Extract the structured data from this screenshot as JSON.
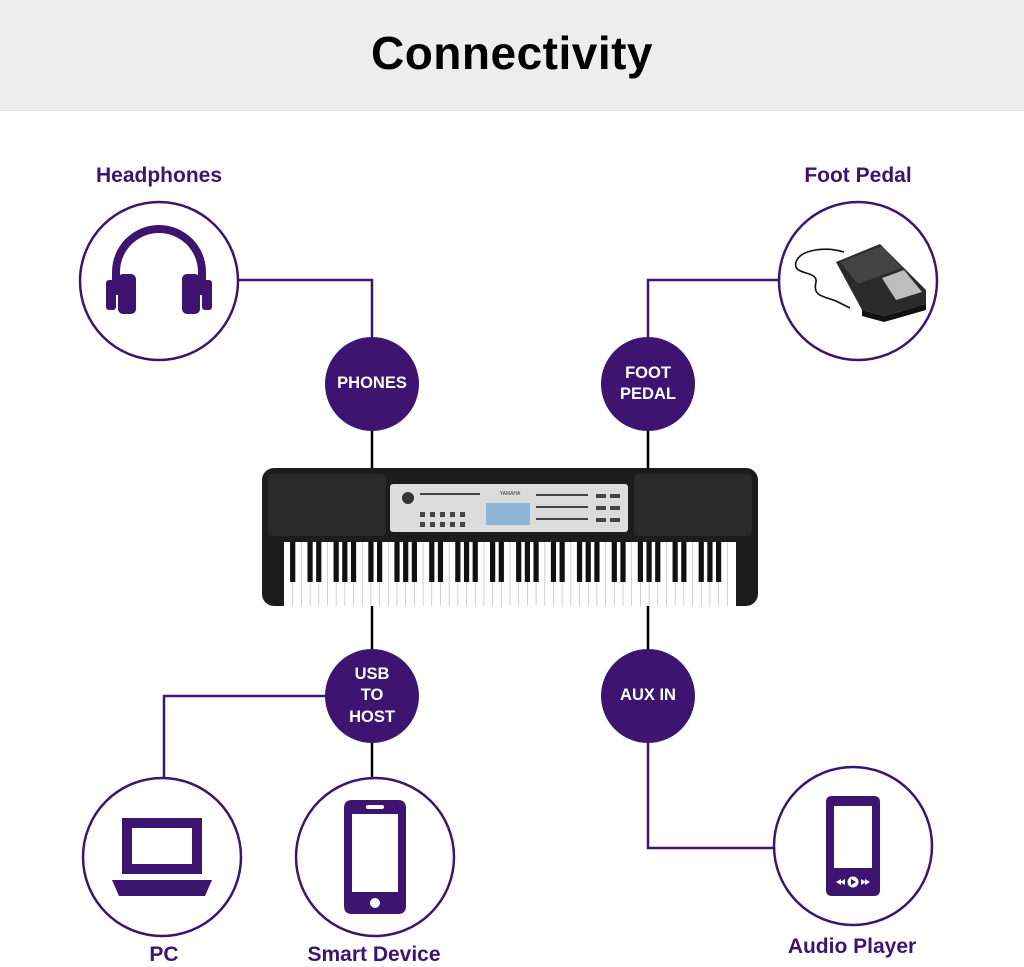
{
  "header": {
    "title": "Connectivity"
  },
  "colors": {
    "purple": "#3d1470",
    "header_bg": "#ededed",
    "keyboard_body": "#1c1c1c"
  },
  "devices": {
    "headphones": {
      "label": "Headphones",
      "icon": "headphones-icon"
    },
    "foot_pedal": {
      "label": "Foot Pedal",
      "icon": "foot-pedal-image"
    },
    "pc": {
      "label": "PC",
      "icon": "laptop-icon"
    },
    "smart_device": {
      "label": "Smart Device",
      "icon": "smartphone-icon"
    },
    "audio_player": {
      "label": "Audio Player",
      "icon": "audio-player-icon"
    }
  },
  "ports": {
    "phones": "PHONES",
    "foot_pedal": "FOOT\nPEDAL",
    "usb_to_host": "USB\nTO\nHOST",
    "aux_in": "AUX IN"
  },
  "keyboard": {
    "brand": "YAMAHA"
  }
}
